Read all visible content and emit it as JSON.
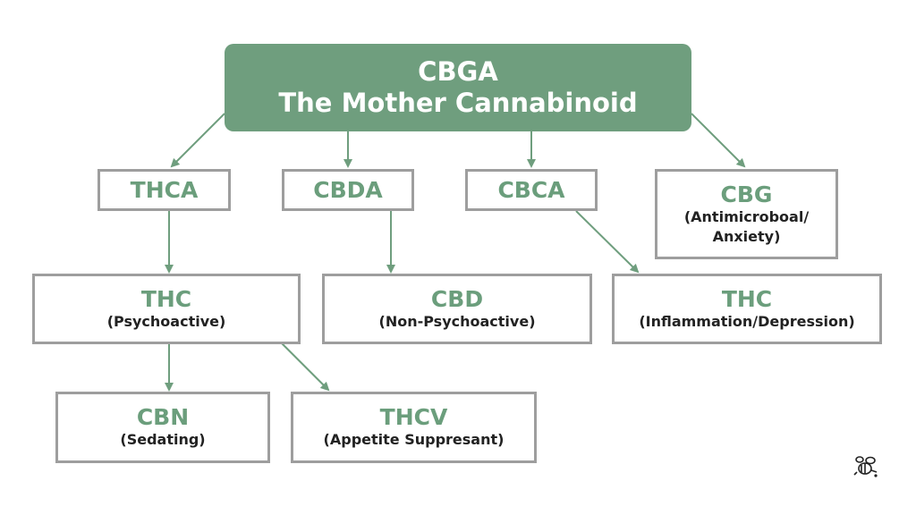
{
  "colors": {
    "accent": "#6f9e7e",
    "node_title": "#6b9e7c",
    "border": "#9e9e9e",
    "text": "#222222",
    "background": "#ffffff"
  },
  "root": {
    "title": "CBGA",
    "subtitle": "The Mother Cannabinoid"
  },
  "acids": {
    "thca": {
      "title": "THCA"
    },
    "cbda": {
      "title": "CBDA"
    },
    "cbca": {
      "title": "CBCA"
    },
    "cbg": {
      "title": "CBG",
      "subtitle_line1": "(Antimicroboal/",
      "subtitle_line2": "Anxiety)"
    }
  },
  "products": {
    "thc_left": {
      "title": "THC",
      "subtitle": "(Psychoactive)"
    },
    "cbd": {
      "title": "CBD",
      "subtitle": "(Non-Psychoactive)"
    },
    "thc_right": {
      "title": "THC",
      "subtitle": "(Inflammation/Depression)"
    }
  },
  "derivatives": {
    "cbn": {
      "title": "CBN",
      "subtitle": "(Sedating)"
    },
    "thcv": {
      "title": "THCV",
      "subtitle": "(Appetite Suppresant)"
    }
  },
  "logo_icon": "bee-icon"
}
